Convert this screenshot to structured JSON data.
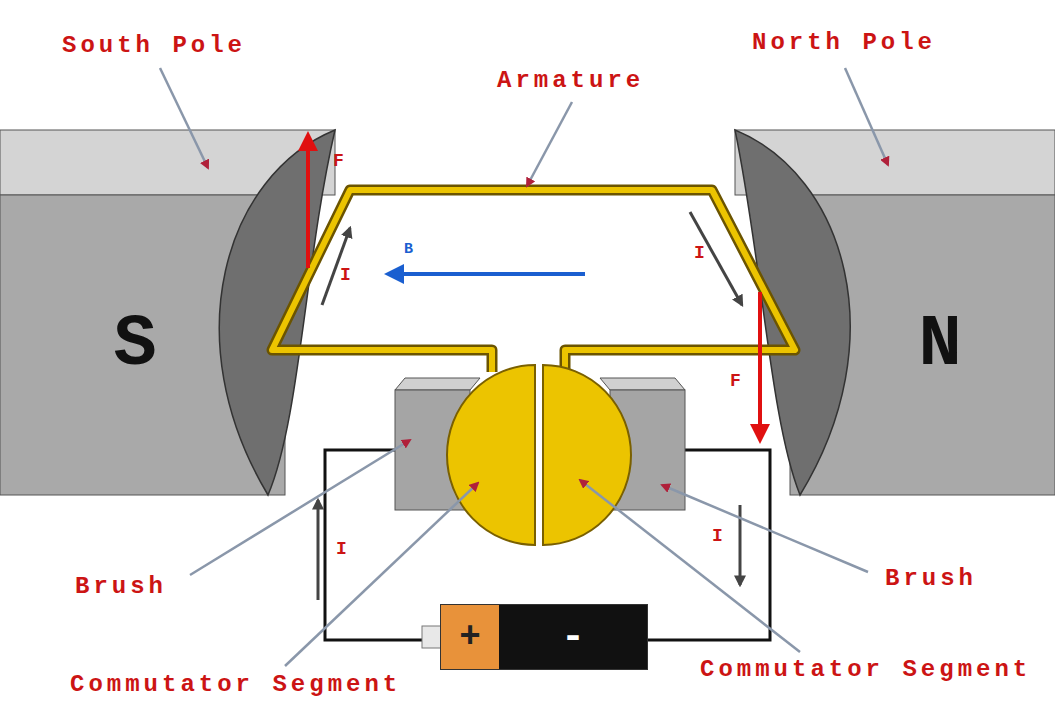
{
  "diagram": {
    "nodes": [
      {
        "text": [
          "S"
        ]
      },
      {
        "text": [
          "N"
        ]
      },
      {
        "text": [
          "+",
          "-"
        ]
      }
    ],
    "labels": [
      "South Pole",
      "North Pole",
      "Armature",
      "F",
      "B",
      "I",
      "I",
      "F",
      "I",
      "I",
      "Brush",
      "Commutator Segment",
      "Brush",
      "Commutator Segment"
    ]
  }
}
